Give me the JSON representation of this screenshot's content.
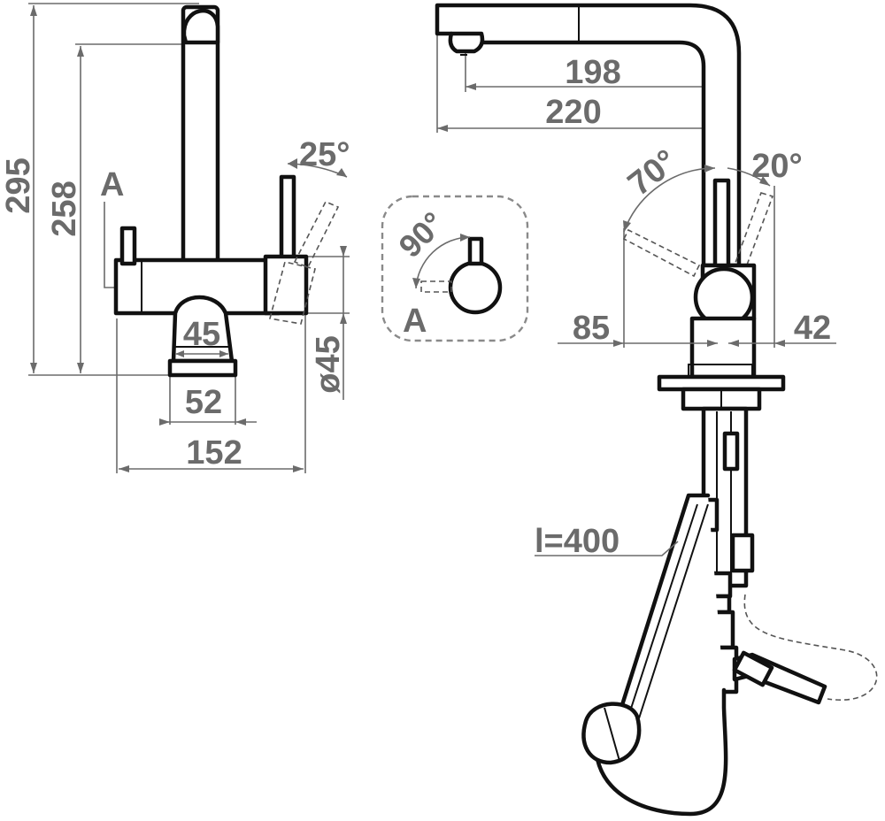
{
  "drawing": {
    "line_color": "#111111",
    "dimension_color": "#6b6b6b",
    "front_view": {
      "height_overall": "295",
      "height_spout": "258",
      "section_marker": "A",
      "handle_angle": "25°",
      "base_width_inner": "45",
      "base_width": "52",
      "width_overall": "152",
      "body_diameter": "ø45"
    },
    "detail_a": {
      "angle": "90°",
      "label": "A"
    },
    "side_view": {
      "reach_inner": "198",
      "reach_outer": "220",
      "angle_back": "70°",
      "angle_front": "20°",
      "offset_back": "85",
      "offset_front": "42",
      "hose_length": "l=400"
    }
  }
}
